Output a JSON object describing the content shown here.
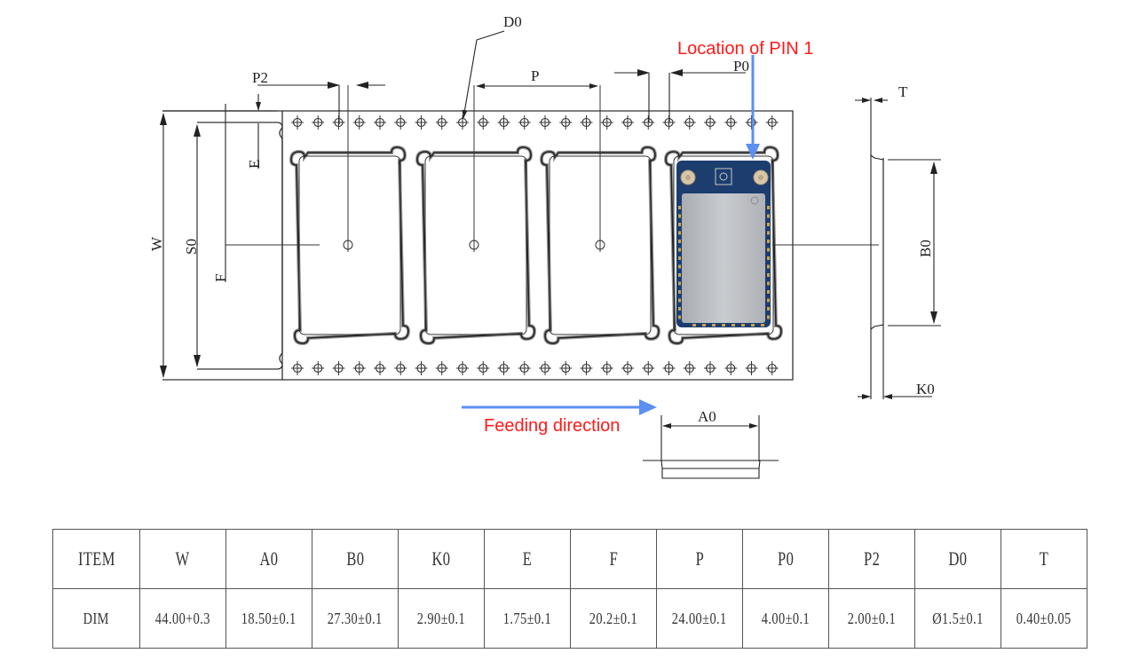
{
  "labels": {
    "pin1": "Location of PIN 1",
    "feeding": "Feeding direction",
    "D0": "D0",
    "P": "P",
    "P0": "P0",
    "P2": "P2",
    "T": "T",
    "W": "W",
    "S0": "S0",
    "E": "E",
    "F": "F",
    "B0": "B0",
    "K0": "K0",
    "A0": "A0"
  },
  "colors": {
    "annotation_red": "#ff1a1a",
    "arrow_blue": "#5b8ff0",
    "line": "#333333",
    "pcb_blue": "#1c3d6e",
    "shield_silver": "#b9bcc0"
  },
  "table": {
    "header": [
      "ITEM",
      "W",
      "A0",
      "B0",
      "K0",
      "E",
      "F",
      "P",
      "P0",
      "P2",
      "D0",
      "T"
    ],
    "row": [
      "DIM",
      "44.00+0.3",
      "18.50±0.1",
      "27.30±0.1",
      "2.90±0.1",
      "1.75±0.1",
      "20.2±0.1",
      "24.00±0.1",
      "4.00±0.1",
      "2.00±0.1",
      "Ø1.5±0.1",
      "0.40±0.05"
    ]
  }
}
